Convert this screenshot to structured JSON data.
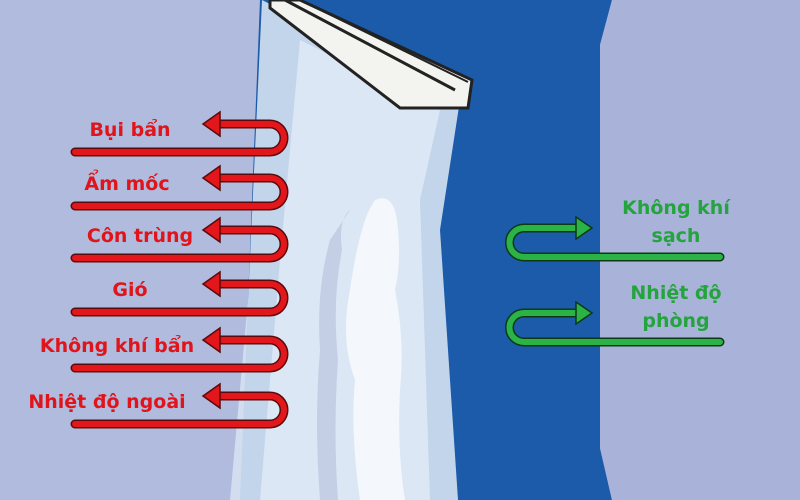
{
  "colors": {
    "outside_wall": "#aab4d9",
    "doorway": "#1b5ba9",
    "inside_wall": "#a9b2d9",
    "red_arrow": "#e3161b",
    "green_arrow": "#2cb347"
  },
  "outside": {
    "items": [
      {
        "label": "Bụi bẩn"
      },
      {
        "label": "Ẩm mốc"
      },
      {
        "label": "Côn trùng"
      },
      {
        "label": "Gió"
      },
      {
        "label": "Không khí bẩn"
      },
      {
        "label": "Nhiệt độ ngoài"
      }
    ]
  },
  "inside": {
    "items": [
      {
        "line1": "Không khí",
        "line2": "sạch"
      },
      {
        "line1": "Nhiệt độ",
        "line2": "phòng"
      }
    ]
  }
}
